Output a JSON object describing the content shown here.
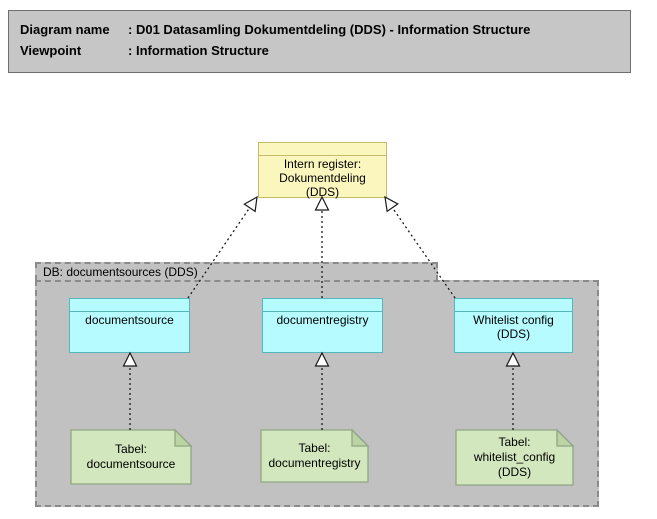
{
  "title_block": {
    "rows": [
      {
        "label": "Diagram name",
        "sep": ":",
        "value": "D01 Datasamling Dokumentdeling (DDS) - Information Structure"
      },
      {
        "label": "Viewpoint",
        "sep": ":",
        "value": "Information Structure"
      }
    ]
  },
  "group": {
    "label": "DB: documentsources (DDS)"
  },
  "objects": {
    "intern_register": {
      "label": "Intern register:\nDokumentdeling\n(DDS)"
    },
    "documentsource": {
      "label": "documentsource"
    },
    "documentregistry": {
      "label": "documentregistry"
    },
    "whitelist_config": {
      "label": "Whitelist config\n(DDS)"
    }
  },
  "notes": {
    "tabel_documentsource": {
      "label": "Tabel:\ndocumentsource"
    },
    "tabel_documentregistry": {
      "label": "Tabel:\ndocumentregistry"
    },
    "tabel_whitelist_config": {
      "label": "Tabel:\nwhitelist_config\n(DDS)"
    }
  },
  "relationships": [
    {
      "from": "documentsource",
      "to": "Intern register: Dokumentdeling (DDS)",
      "type": "realization"
    },
    {
      "from": "documentregistry",
      "to": "Intern register: Dokumentdeling (DDS)",
      "type": "realization"
    },
    {
      "from": "Whitelist config (DDS)",
      "to": "Intern register: Dokumentdeling (DDS)",
      "type": "realization"
    },
    {
      "from": "Tabel: documentsource",
      "to": "documentsource",
      "type": "realization"
    },
    {
      "from": "Tabel: documentregistry",
      "to": "documentregistry",
      "type": "realization"
    },
    {
      "from": "Tabel: whitelist_config (DDS)",
      "to": "Whitelist config (DDS)",
      "type": "realization"
    }
  ],
  "colors": {
    "title_fill": "#c6c6c6",
    "group_fill": "#c1c1c1",
    "group_border": "#8b8b8b",
    "register_fill": "#faf6bd",
    "register_border": "#c5bc6b",
    "object_fill": "#b5fbff",
    "object_border": "#53b7bd",
    "note_fill": "#d2e7bd",
    "note_border": "#90a583",
    "note_fold": "#bcd4a4",
    "connector": "#1a1a1a"
  }
}
